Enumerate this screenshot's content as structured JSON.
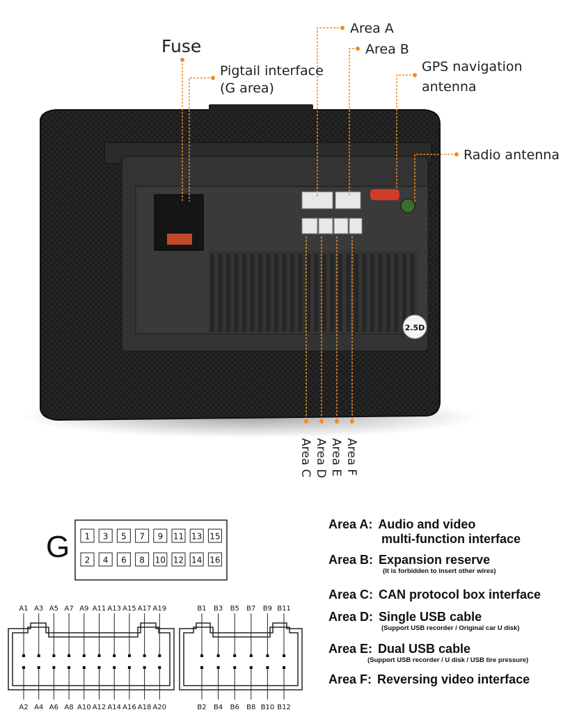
{
  "callouts": {
    "fuse": "Fuse",
    "pigtail_line1": "Pigtail interface",
    "pigtail_line2": "(G area)",
    "area_a": "Area A",
    "area_b": "Area B",
    "gps_line1": "GPS navigation",
    "gps_line2": "antenna",
    "radio": "Radio antenna",
    "area_c": "Area C",
    "area_d": "Area D",
    "area_e": "Area E",
    "area_f": "Area F"
  },
  "device": {
    "badge": "2.5D"
  },
  "g_connector": {
    "letter": "G",
    "top_row": [
      "1",
      "3",
      "5",
      "7",
      "9",
      "11",
      "13",
      "15"
    ],
    "bottom_row": [
      "2",
      "4",
      "6",
      "8",
      "10",
      "12",
      "14",
      "16"
    ]
  },
  "a_connector": {
    "top_pins": [
      "A1",
      "A3",
      "A5",
      "A7",
      "A9",
      "A11",
      "A13",
      "A15",
      "A17",
      "A19"
    ],
    "bottom_pins": [
      "A2",
      "A4",
      "A6",
      "A8",
      "A10",
      "A12",
      "A14",
      "A16",
      "A18",
      "A20"
    ]
  },
  "b_connector": {
    "top_pins": [
      "B1",
      "B3",
      "B5",
      "B7",
      "B9",
      "B11"
    ],
    "bottom_pins": [
      "B2",
      "B4",
      "B6",
      "B8",
      "B10",
      "B12"
    ]
  },
  "legend": [
    {
      "key": "Area A:",
      "text": "Audio and video",
      "text2": "multi-function interface",
      "note": ""
    },
    {
      "key": "Area B:",
      "text": "Expansion reserve",
      "text2": "",
      "note": "(It is forbidden to insert other wires)"
    },
    {
      "key": "Area C:",
      "text": "CAN protocol box interface",
      "text2": "",
      "note": ""
    },
    {
      "key": "Area D:",
      "text": "Single USB cable",
      "text2": "",
      "note": "(Support USB recorder / Original car U disk)"
    },
    {
      "key": "Area E:",
      "text": "Dual USB cable",
      "text2": "",
      "note": "(Support USB recorder / U disk / USB tire pressure)"
    },
    {
      "key": "Area F:",
      "text": "Reversing video interface",
      "text2": "",
      "note": ""
    }
  ],
  "colors": {
    "accent": "#f28a1e",
    "housing": "#2a2a2a",
    "heatsink": "#3a3a3a"
  }
}
